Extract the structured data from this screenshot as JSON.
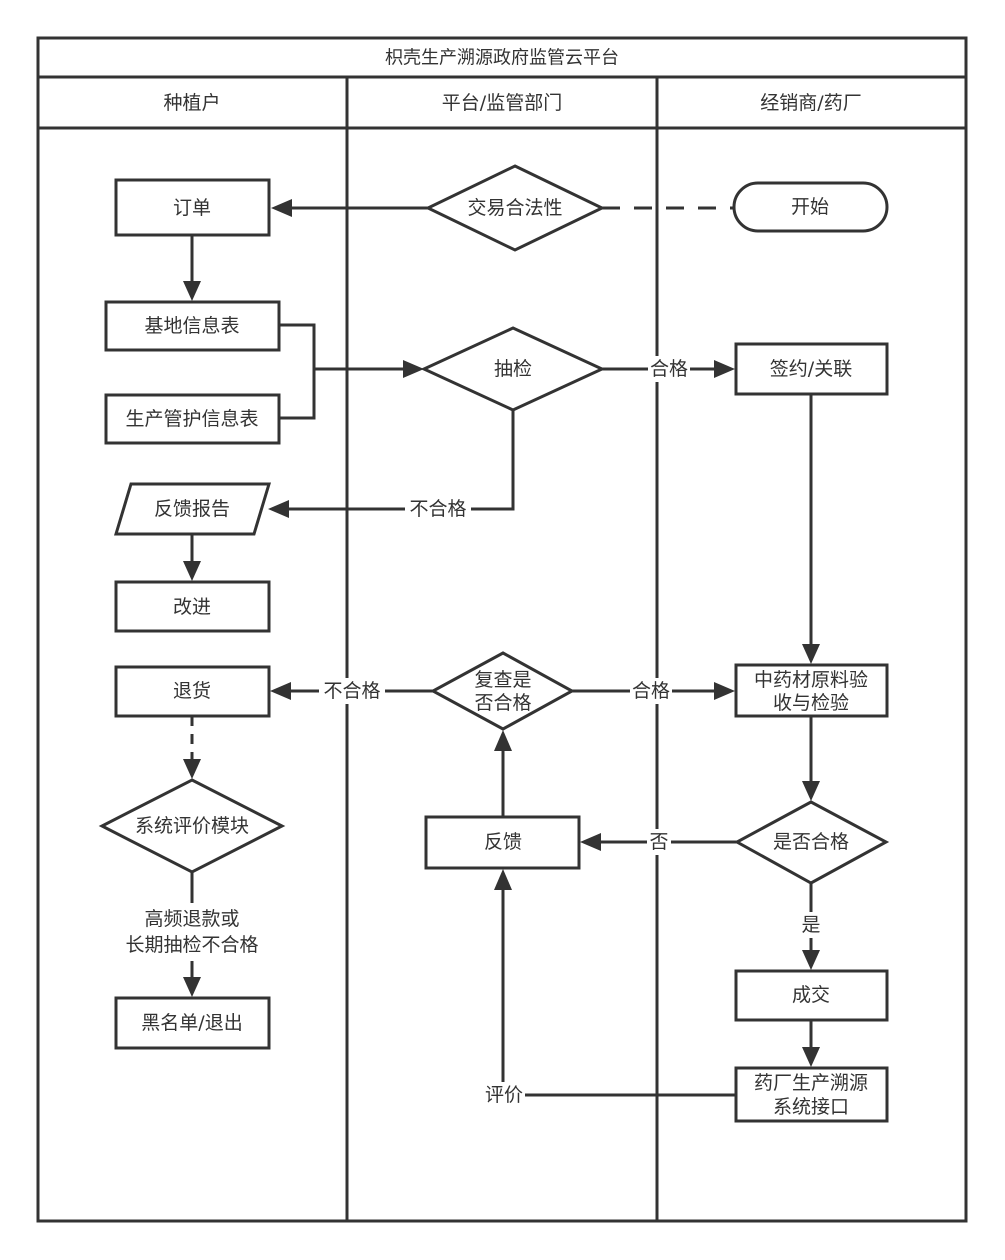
{
  "diagram": {
    "title": "枳壳生产溯源政府监管云平台",
    "lanes": {
      "grower": "种植户",
      "platform": "平台/监管部门",
      "dealer": "经销商/药厂"
    },
    "nodes": {
      "order": "订单",
      "base_info": "基地信息表",
      "production_info": "生产管护信息表",
      "feedback_report": "反馈报告",
      "improve": "改进",
      "return_goods": "退货",
      "evaluation_module": "系统评价模块",
      "blacklist": "黑名单/退出",
      "legality_check": "交易合法性",
      "sampling": "抽检",
      "recheck": [
        "复查是",
        "否合格"
      ],
      "feedback": "反馈",
      "start": "开始",
      "sign": "签约/关联",
      "acceptance": [
        "中药材原料验",
        "收与检验"
      ],
      "qualified_check": "是否合格",
      "deal": "成交",
      "trace_interface": [
        "药厂生产溯源",
        "系统接口"
      ]
    },
    "edge_labels": {
      "pass_sampling": "合格",
      "fail_sampling": "不合格",
      "fail_recheck": "不合格",
      "pass_recheck": "合格",
      "no": "否",
      "yes": "是",
      "blacklist_condition": [
        "高频退款或",
        "长期抽检不合格"
      ],
      "evaluate": "评价"
    }
  }
}
